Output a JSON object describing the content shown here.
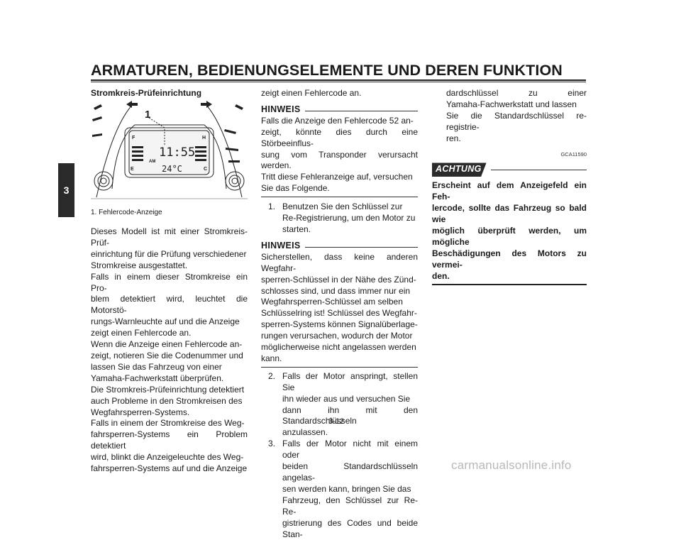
{
  "header": {
    "title": "ARMATUREN, BEDIENUNGSELEMENTE UND DEREN FUNKTION"
  },
  "side_tab": {
    "chapter": "3"
  },
  "col1": {
    "section_title": "Stromkreis-Prüfeinrichtung",
    "figure": {
      "callout_number": "1",
      "gauge_f": "F",
      "gauge_h": "H",
      "gauge_e": "E",
      "gauge_c": "C",
      "clock": "11:55",
      "temp": "24°C",
      "badge": "AM",
      "caption": "1.  Fehlercode-Anzeige"
    },
    "lines": [
      "Dieses Modell ist mit einer Stromkreis-Prüf-",
      "einrichtung für die Prüfung verschiedener",
      "Stromkreise ausgestattet.",
      "Falls in einem dieser Stromkreise ein Pro-",
      "blem detektiert wird, leuchtet die Motorstö-",
      "rungs-Warnleuchte auf und die Anzeige",
      "zeigt einen Fehlercode an.",
      "Wenn die Anzeige einen Fehlercode an-",
      "zeigt, notieren Sie die Codenummer und",
      "lassen Sie das Fahrzeug von einer",
      "Yamaha-Fachwerkstatt überprüfen.",
      "Die Stromkreis-Prüfeinrichtung detektiert",
      "auch Probleme in den Stromkreisen des",
      "Wegfahrsperren-Systems.",
      "Falls in einem der Stromkreise des Weg-",
      "fahrsperren-Systems ein Problem detektiert",
      "wird, blinkt die Anzeigeleuchte des Weg-",
      "fahrsperren-Systems auf und die Anzeige"
    ]
  },
  "col2": {
    "intro": "zeigt einen Fehlercode an.",
    "hinweis1_label": "HINWEIS",
    "hinweis1_lines": [
      "Falls die Anzeige den Fehlercode 52 an-",
      "zeigt, könnte dies durch eine Störbeeinflus-",
      "sung vom Transponder verursacht werden.",
      "Tritt diese Fehleranzeige auf, versuchen",
      "Sie das Folgende."
    ],
    "step1_num": "1.",
    "step1_lines": [
      "Benutzen Sie den Schlüssel zur",
      "Re-Registrierung, um den Motor zu",
      "starten."
    ],
    "hinweis2_label": "HINWEIS",
    "hinweis2_lines": [
      "Sicherstellen, dass keine anderen Wegfahr-",
      "sperren-Schlüssel in der Nähe des Zünd-",
      "schlosses sind, und dass immer nur ein",
      "Wegfahrsperren-Schlüssel am selben",
      "Schlüsselring ist! Schlüssel des Wegfahr-",
      "sperren-Systems können Signalüberlage-",
      "rungen verursachen, wodurch der Motor",
      "möglicherweise nicht angelassen werden",
      "kann."
    ],
    "step2_num": "2.",
    "step2_lines": [
      "Falls der Motor anspringt, stellen Sie",
      "ihn wieder aus und versuchen Sie",
      "dann ihn mit den Standardschlüsseln",
      "anzulassen."
    ],
    "step3_num": "3.",
    "step3_lines": [
      "Falls der Motor nicht mit einem oder",
      "beiden Standardschlüsseln angelas-",
      "sen werden kann, bringen Sie das",
      "Fahrzeug, den Schlüssel zur Re-Re-",
      "gistrierung des Codes und beide Stan-"
    ]
  },
  "col3": {
    "cont_lines": [
      "dardschlüssel zu einer",
      "Yamaha-Fachwerkstatt und lassen",
      "Sie die Standardschlüssel re-registrie-",
      "ren."
    ],
    "code": "GCA11590",
    "achtung_label": "ACHTUNG",
    "achtung_lines": [
      "Erscheint auf dem Anzeigefeld ein Feh-",
      "lercode, sollte das Fahrzeug so bald wie",
      "möglich überprüft werden, um mögliche",
      "Beschädigungen des Motors zu vermei-",
      "den."
    ]
  },
  "page_number": "3-12",
  "watermark": "carmanualsonline.info"
}
